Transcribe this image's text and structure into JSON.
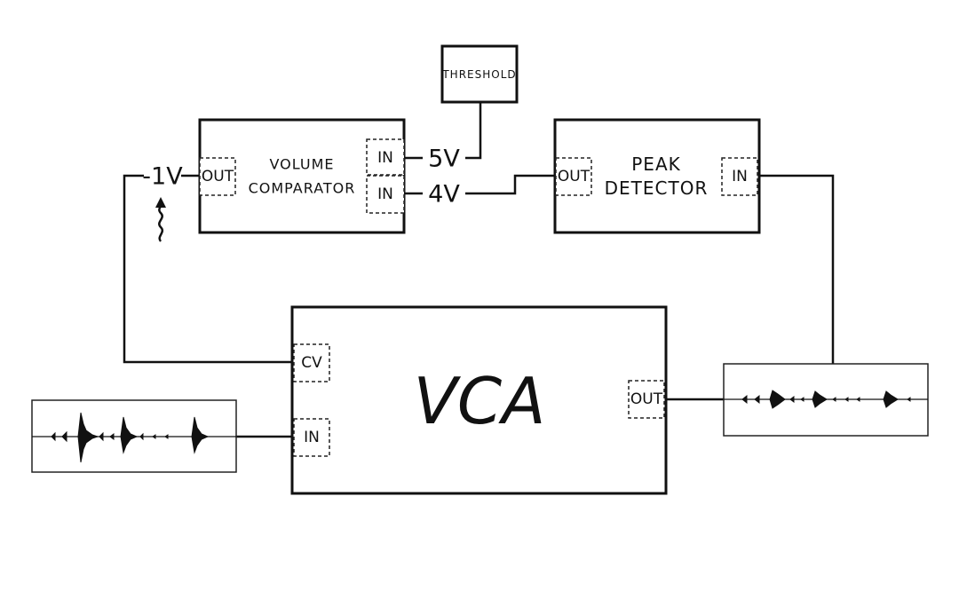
{
  "blocks": {
    "threshold": {
      "label": "THRESHOLD"
    },
    "volume_comparator": {
      "label_line1": "VOLUME",
      "label_line2": "COMPARATOR",
      "out_port": "OUT",
      "in_port_1": "IN",
      "in_port_2": "IN"
    },
    "peak_detector": {
      "label_line1": "PEAK",
      "label_line2": "DETECTOR",
      "out_port": "OUT",
      "in_port": "IN"
    },
    "vca": {
      "label": "VCA",
      "cv_port": "CV",
      "in_port": "IN",
      "out_port": "OUT"
    }
  },
  "signals": {
    "comparator_output": "-1V",
    "threshold_voltage": "5V",
    "peak_voltage": "4V"
  }
}
